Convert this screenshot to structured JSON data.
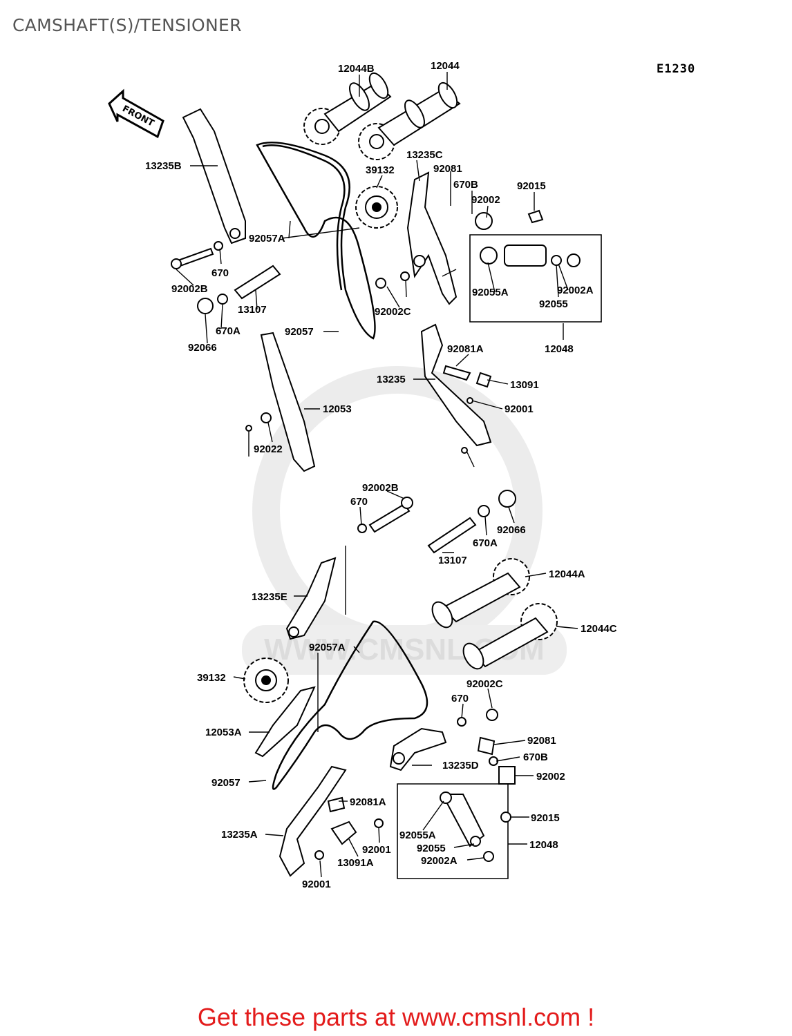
{
  "title": "CAMSHAFT(S)/TENSIONER",
  "diagram_code": "E1230",
  "front_label": "FRONT",
  "watermark_text": "WWW.CMSNL.COM",
  "footer_text": "Get these parts at www.cmsnl.com !",
  "colors": {
    "footer": "#e31b1b",
    "title": "#555555",
    "lines": "#000000",
    "watermark": "#e6e6e6"
  },
  "part_labels": [
    "12044B",
    "12044",
    "13235C",
    "92081",
    "670B",
    "92015",
    "39132",
    "92002",
    "13235B",
    "92057A",
    "670",
    "92002B",
    "13107",
    "92055A",
    "92002A",
    "92055",
    "92002C",
    "670A",
    "92057",
    "92066",
    "12048",
    "92081A",
    "13235",
    "13091",
    "12053",
    "92001",
    "92022",
    "92002B",
    "670",
    "92066",
    "670A",
    "13107",
    "12044A",
    "13235E",
    "12044C",
    "92057A",
    "39132",
    "92002C",
    "670",
    "12053A",
    "92081",
    "670B",
    "13235D",
    "92002",
    "92057",
    "92081A",
    "92015",
    "13235A",
    "92001",
    "92055A",
    "12048",
    "13091A",
    "92055",
    "92002A",
    "92001"
  ]
}
